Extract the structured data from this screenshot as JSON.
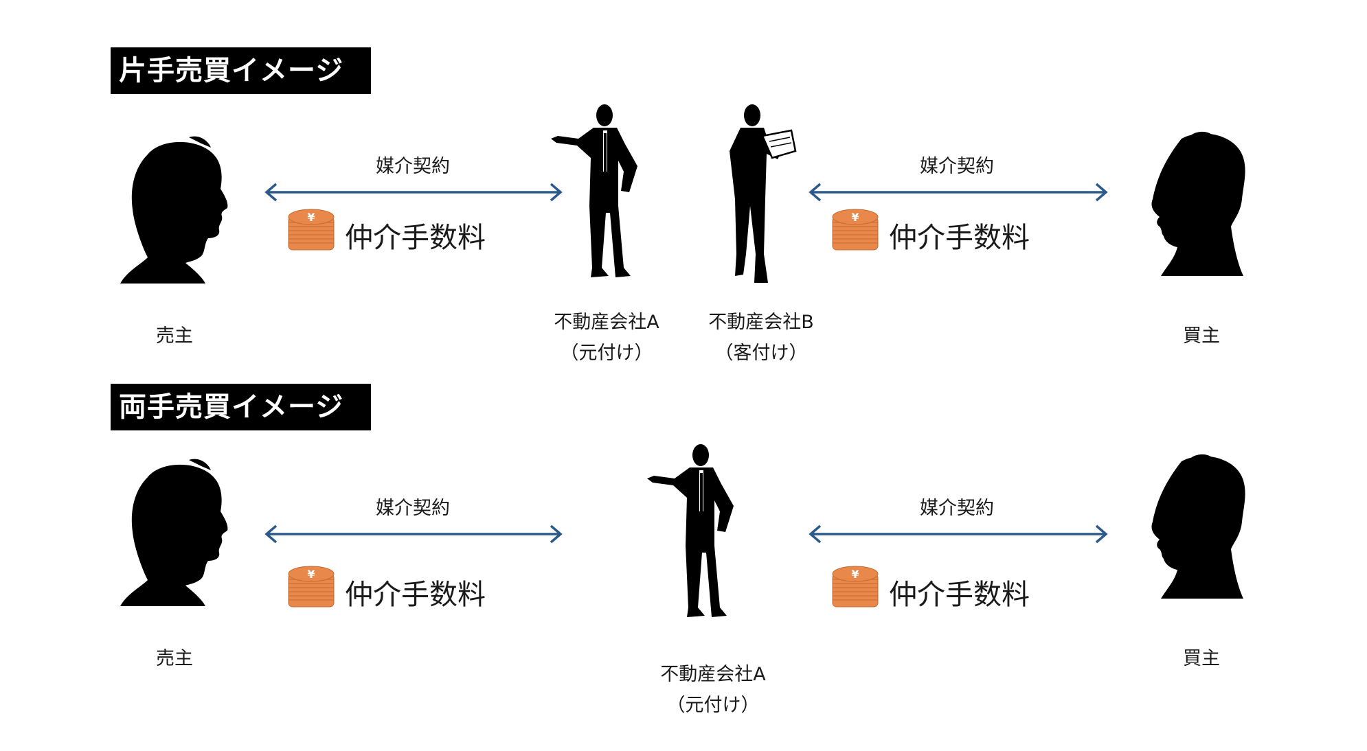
{
  "sections": [
    {
      "title": "片手売買イメージ",
      "seller": "売主",
      "buyer": "買主",
      "left_contract": "媒介契約",
      "right_contract": "媒介契約",
      "left_fee": "仲介手数料",
      "right_fee": "仲介手数料",
      "agents": [
        {
          "name": "不動産会社A",
          "role": "（元付け）"
        },
        {
          "name": "不動産会社B",
          "role": "（客付け）"
        }
      ]
    },
    {
      "title": "両手売買イメージ",
      "seller": "売主",
      "buyer": "買主",
      "left_contract": "媒介契約",
      "right_contract": "媒介契約",
      "left_fee": "仲介手数料",
      "right_fee": "仲介手数料",
      "agents": [
        {
          "name": "不動産会社A",
          "role": "（元付け）"
        }
      ]
    }
  ],
  "colors": {
    "arrow": "#2b5a8a",
    "coin": "#e8884a",
    "coin_edge": "#c76a2c",
    "silhouette": "#000000"
  },
  "icons": [
    "male-head-silhouette-icon",
    "female-head-silhouette-icon",
    "businessman-pointing-icon",
    "businessman-clipboard-icon",
    "yen-coin-stack-icon"
  ]
}
